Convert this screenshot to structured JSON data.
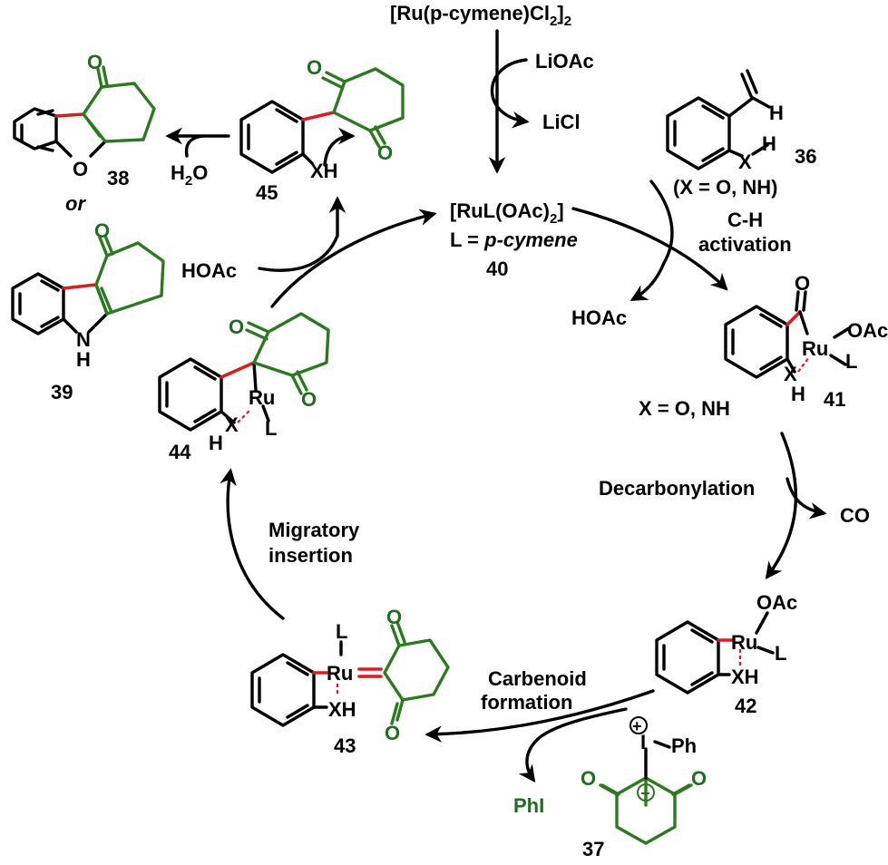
{
  "precatalyst": {
    "text": "[Ru(p-cymene)Cl",
    "sub": "2",
    "suffix": "]",
    "sub2": "2"
  },
  "reagents": {
    "lioac": "LiOAc",
    "licl": "LiCl"
  },
  "catalyst": {
    "line1": "[RuL(OAc)",
    "line1_sub": "2",
    "line1_end": "]",
    "line2_prefix": "L = ",
    "line2_italic": "p-cymene",
    "number": "40"
  },
  "substrate36": {
    "number": "36",
    "condition": "(X = O, NH)",
    "atom_h": "H",
    "atom_x": "X",
    "atom_xh_h": "H"
  },
  "step_ch": {
    "line1": "C-H",
    "line2": "activation"
  },
  "hoac_right": "HOAc",
  "intermediate41": {
    "number": "41",
    "oac": "OAc",
    "ru": "Ru",
    "l": "L",
    "x": "X",
    "h": "H",
    "condition": "X = O, NH"
  },
  "step_decarb": "Decarbonylation",
  "co": "CO",
  "intermediate42": {
    "number": "42",
    "oac": "OAc",
    "ru": "Ru",
    "l": "L",
    "xh": "XH"
  },
  "step_carbenoid": {
    "line1": "Carbenoid",
    "line2": "formation"
  },
  "reagent37": {
    "number": "37",
    "iodine": "I",
    "ph": "Ph",
    "o": "O",
    "plus": "+",
    "minus": "−"
  },
  "phi": "PhI",
  "intermediate43": {
    "number": "43",
    "ru": "Ru",
    "l": "L",
    "xh": "XH",
    "o": "O"
  },
  "step_migratory": {
    "line1": "Migratory",
    "line2": "insertion"
  },
  "intermediate44": {
    "number": "44",
    "ru": "Ru",
    "l": "L",
    "x": "X",
    "h": "H",
    "o": "O"
  },
  "hoac_left": "HOAc",
  "intermediate45": {
    "number": "45",
    "xh": "XH",
    "o": "O"
  },
  "h2o": {
    "text": "H",
    "sub": "2",
    "end": "O"
  },
  "product38": {
    "number": "38",
    "o": "O"
  },
  "or_text": "or",
  "product39": {
    "number": "39",
    "n": "N",
    "h": "H",
    "o": "O"
  },
  "colors": {
    "green": "#2a7a1e",
    "red": "#e0191b",
    "black": "#000000"
  }
}
